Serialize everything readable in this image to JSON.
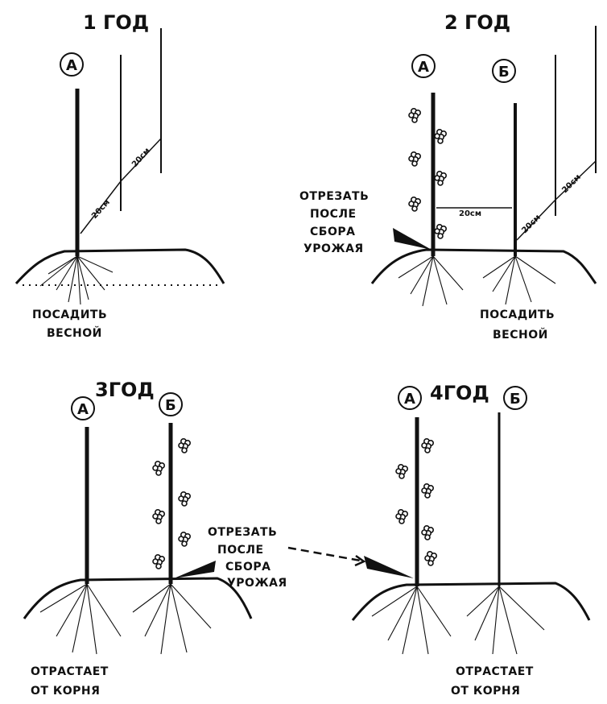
{
  "panels": {
    "year1": {
      "title": "1 ГОД",
      "cane_a_label": "А",
      "dim_1": "20см",
      "dim_2": "20см",
      "caption_line1": "ПОСАДИТЬ",
      "caption_line2": "ВЕСНОЙ"
    },
    "year2": {
      "title": "2 ГОД",
      "cane_a_label": "А",
      "cane_b_label": "Б",
      "dim_between": "20см",
      "dim_1": "20см",
      "dim_2": "20см",
      "cut_line1": "ОТРЕЗАТЬ",
      "cut_line2": "ПОСЛЕ",
      "cut_line3": "СБОРА",
      "cut_line4": "УРОЖАЯ",
      "caption_line1": "ПОСАДИТЬ",
      "caption_line2": "ВЕСНОЙ"
    },
    "year3": {
      "title": "3ГОД",
      "cane_a_label": "А",
      "cane_b_label": "Б",
      "cut_line1": "ОТРЕЗАТЬ",
      "cut_line2": "ПОСЛЕ",
      "cut_line3": "СБОРА",
      "cut_line4": "УРОЖАЯ",
      "caption_line1": "ОТРАСТАЕТ",
      "caption_line2": "ОТ КОРНЯ"
    },
    "year4": {
      "title": "4ГОД",
      "cane_a_label": "А",
      "cane_b_label": "Б",
      "caption_line1": "ОТРАСТАЕТ",
      "caption_line2": "ОТ КОРНЯ"
    }
  },
  "colors": {
    "ink": "#111111",
    "paper": "#ffffff"
  }
}
